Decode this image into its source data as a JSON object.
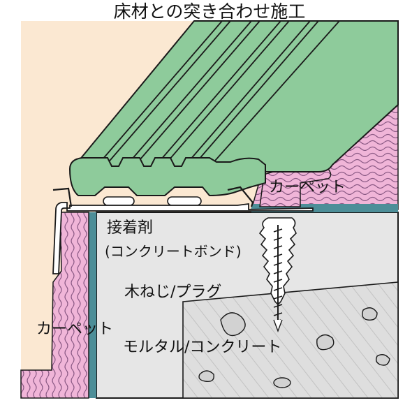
{
  "title": "床材との突き合わせ施工",
  "labels": {
    "carpet_top": "カーペット",
    "adhesive": "接着剤",
    "adhesive_sub": "(コンクリートボンド)",
    "screw_plug": "木ねじ/プラグ",
    "carpet_left": "カーペット",
    "mortar": "モルタル/コンクリート"
  },
  "colors": {
    "background": "#fbe8d2",
    "step_green": "#8ecb9b",
    "carpet_pink": "#f0b5d8",
    "carpet_stripe": "#8b5a85",
    "backing_teal": "#4d8e98",
    "concrete": "#e6e6e6",
    "concrete_dark": "#d2d2d2",
    "outline": "#1a1a1a"
  }
}
